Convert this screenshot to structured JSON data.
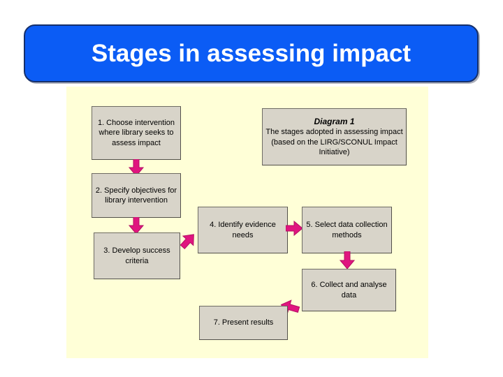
{
  "slide": {
    "background_color": "#FFFFFF",
    "title": {
      "text": "Stages in assessing impact",
      "background_color": "#0B5CF5",
      "text_color": "#FFFFFF",
      "border_color": "#16306B"
    }
  },
  "diagram": {
    "canvas_color": "#FFFFD7",
    "box_fill_color": "#D8D4C9",
    "box_border_color": "#52504A",
    "arrow_color": "#E0157F",
    "caption": {
      "title": "Diagram 1",
      "body": "The stages adopted in assessing impact (based on the LIRG/SCONUL Impact Initiative)"
    },
    "boxes": [
      {
        "id": "1",
        "label": "1. Choose intervention where library seeks to assess impact"
      },
      {
        "id": "2",
        "label": "2. Specify objectives for library intervention"
      },
      {
        "id": "3",
        "label": "3. Develop success criteria"
      },
      {
        "id": "4",
        "label": "4. Identify evidence needs"
      },
      {
        "id": "5",
        "label": "5. Select data collection methods"
      },
      {
        "id": "6",
        "label": "6. Collect and analyse data"
      },
      {
        "id": "7",
        "label": "7. Present results"
      }
    ],
    "arrows": [
      {
        "from": "1",
        "to": "2",
        "direction": "down"
      },
      {
        "from": "2",
        "to": "3",
        "direction": "down"
      },
      {
        "from": "3",
        "to": "4",
        "direction": "up-right"
      },
      {
        "from": "4",
        "to": "5",
        "direction": "right"
      },
      {
        "from": "5",
        "to": "6",
        "direction": "down"
      },
      {
        "from": "6",
        "to": "7",
        "direction": "down-left"
      }
    ]
  }
}
